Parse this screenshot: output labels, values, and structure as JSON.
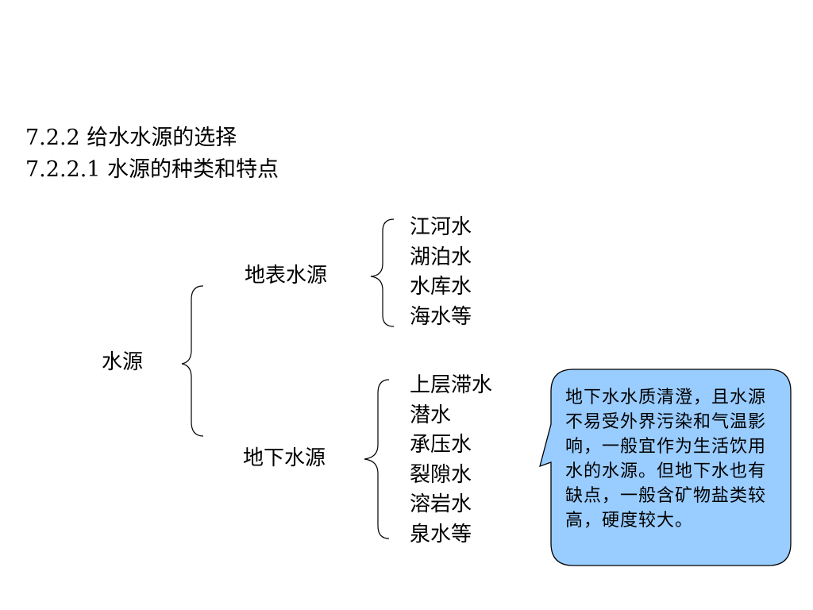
{
  "headings": {
    "section": "7.2.2 给水水源的选择",
    "subsection": "7.2.2.1 水源的种类和特点"
  },
  "tree": {
    "root": "水源",
    "branches": [
      {
        "label": "地表水源",
        "items": [
          "江河水",
          "湖泊水",
          "水库水",
          "海水等"
        ]
      },
      {
        "label": "地下水源",
        "items": [
          "上层滞水",
          "潜水",
          "承压水",
          "裂隙水",
          "溶岩水",
          "泉水等"
        ]
      }
    ]
  },
  "callout": {
    "text": "地下水水质清澄，且水源不易受外界污染和气温影响，一般宜作为生活饮用水的水源。但地下水也有缺点，一般含矿物盐类较高，硬度较大。",
    "fill_color": "#99ccff",
    "border_color": "#000000"
  }
}
